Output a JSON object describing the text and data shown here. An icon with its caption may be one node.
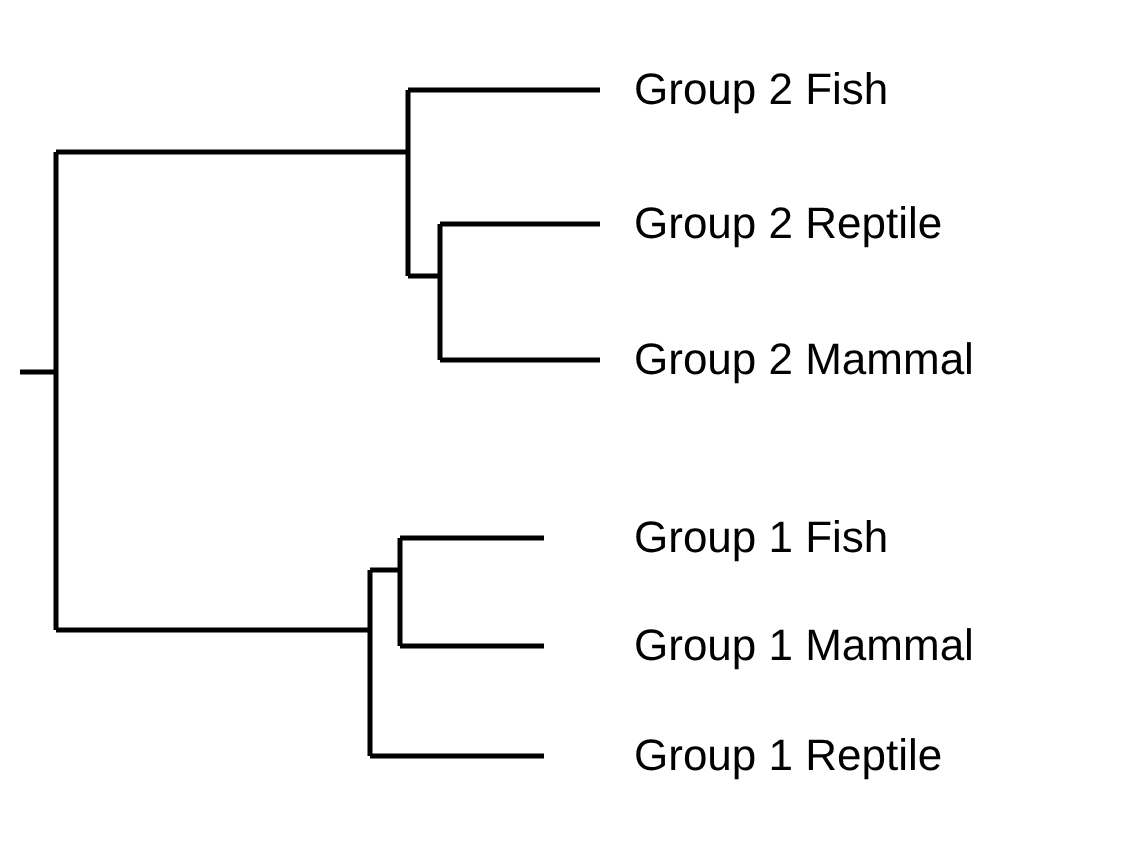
{
  "diagram": {
    "labels": [
      "Group 2 Fish",
      "Group 2 Reptile",
      "Group 2 Mammal",
      "Group 1 Fish",
      "Group 1 Mammal",
      "Group 1 Reptile"
    ]
  }
}
